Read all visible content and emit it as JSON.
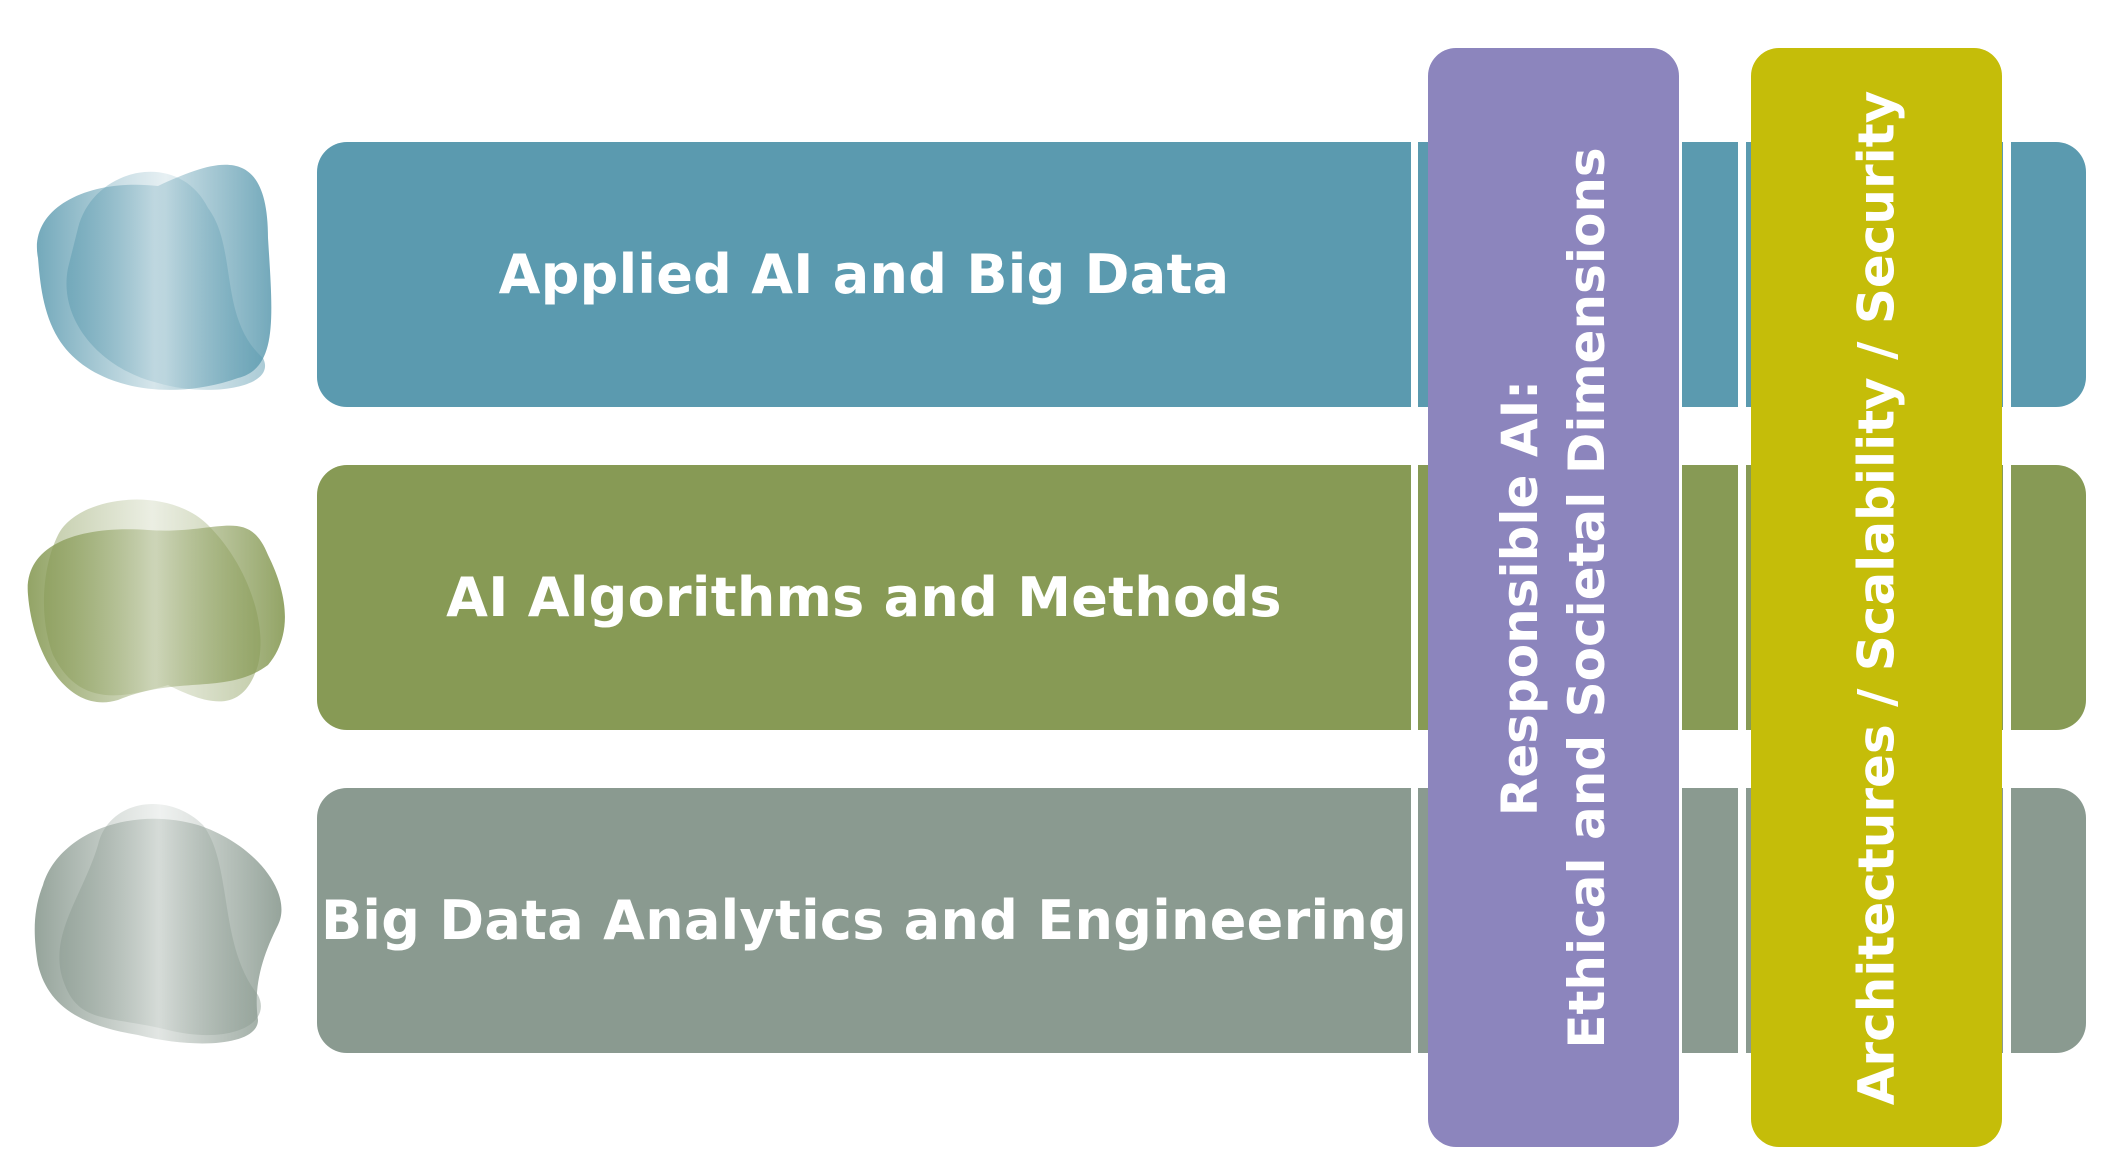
{
  "bands": [
    {
      "label": "Applied AI and Big Data",
      "color": "#5b9aaf",
      "blob_color": "#5b9aaf"
    },
    {
      "label": "AI Algorithms and Methods",
      "color": "#879a55",
      "blob_color": "#879a55"
    },
    {
      "label": "Big Data Analytics and Engineering",
      "color": "#8a9a90",
      "blob_color": "#8a9a90"
    }
  ],
  "pillars": [
    {
      "line1": "Responsible AI:",
      "line2": "Ethical and Societal Dimensions",
      "color": "#8c85bd"
    },
    {
      "line1": "Architectures / Scalability / Security",
      "color": "#c5bd09"
    }
  ]
}
